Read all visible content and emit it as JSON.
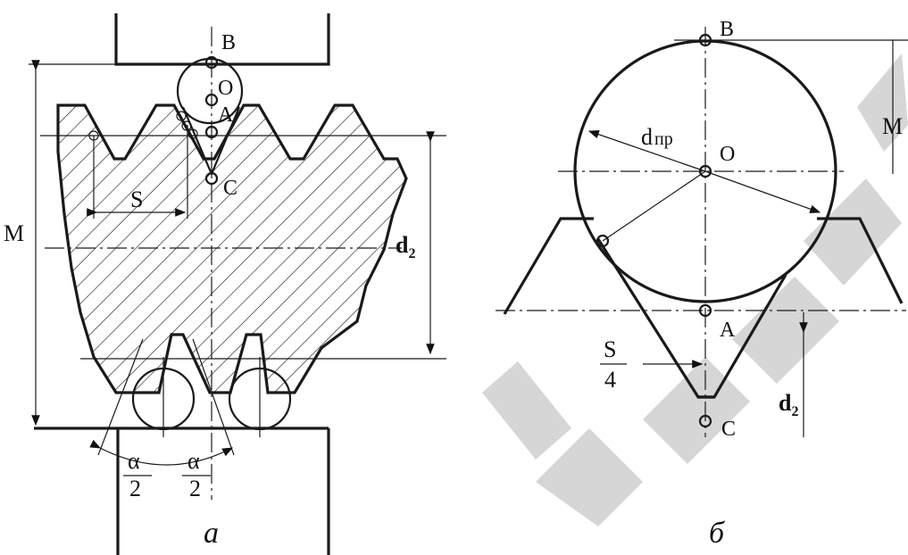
{
  "left_figure": {
    "point_B": "B",
    "point_O": "O",
    "point_A": "A",
    "point_C": "C",
    "dim_M": "M",
    "dim_S": "S",
    "dim_d2_main": "d",
    "dim_d2_sub": "2",
    "angle_left_num": "α",
    "angle_left_den": "2",
    "angle_right_num": "α",
    "angle_right_den": "2",
    "caption": "а"
  },
  "right_figure": {
    "point_B": "B",
    "point_O": "O",
    "point_A": "A",
    "point_C": "C",
    "dim_M": "M",
    "dim_dnp_main": "d",
    "dim_dnp_sub": "пр",
    "dim_S4_num": "S",
    "dim_S4_den": "4",
    "dim_d2_main": "d",
    "dim_d2_sub": "2",
    "caption": "б"
  }
}
